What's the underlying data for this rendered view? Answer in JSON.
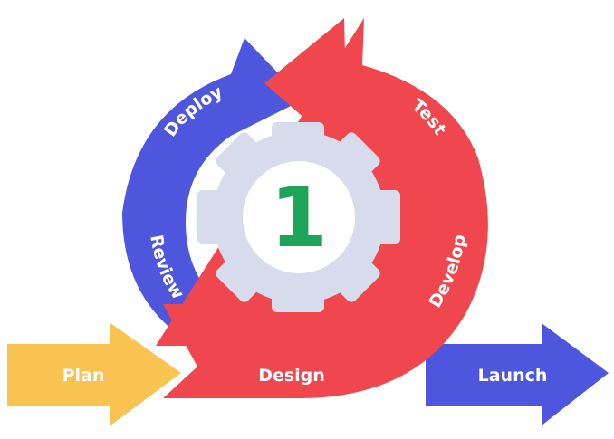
{
  "diagram": {
    "center_number": "1",
    "stages": {
      "plan": "Plan",
      "design": "Design",
      "develop": "Develop",
      "test": "Test",
      "deploy": "Deploy",
      "review": "Review",
      "launch": "Launch"
    }
  },
  "colors": {
    "plan_arrow": "#f9c352",
    "cycle_red": "#f0474f",
    "cycle_blue": "#4d56dc",
    "launch_arrow": "#4d56dc",
    "gear": "#d6dcec",
    "gear_inner": "#ffffff",
    "center_number": "#1ea45a"
  }
}
